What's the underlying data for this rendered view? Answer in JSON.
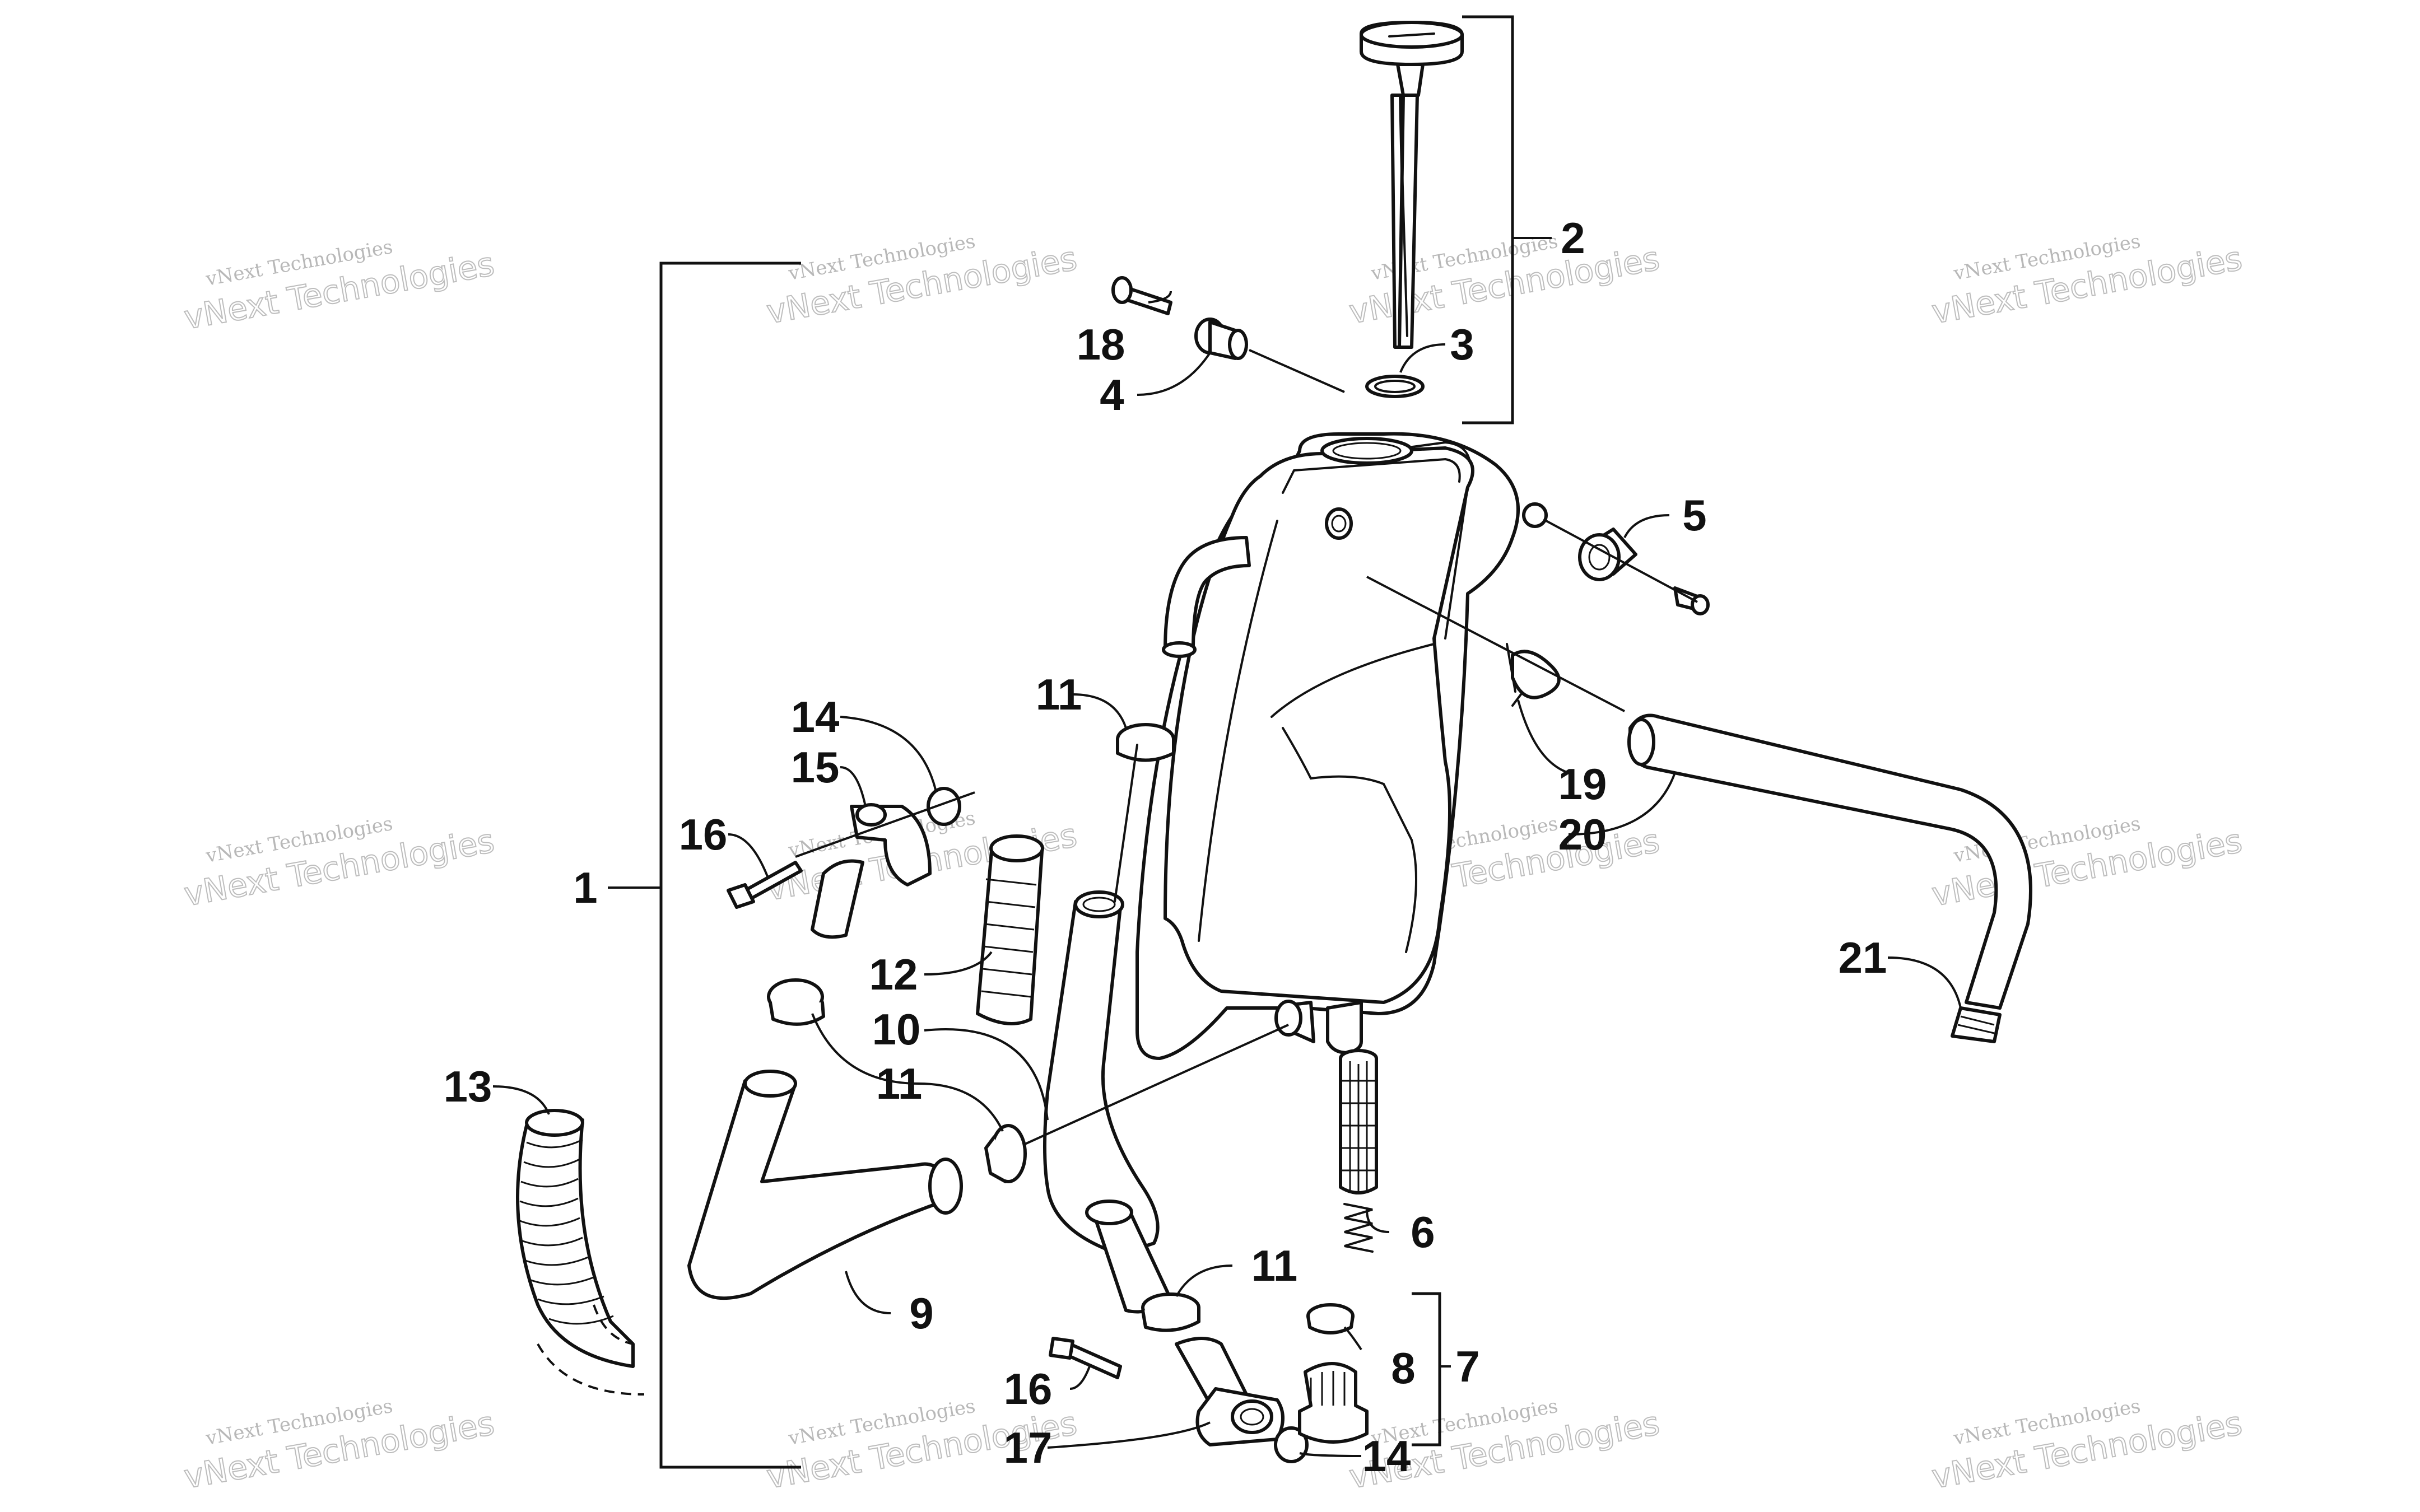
{
  "callouts": [
    "1",
    "2",
    "3",
    "4",
    "5",
    "6",
    "7",
    "8",
    "9",
    "10",
    "11",
    "11",
    "11",
    "11",
    "12",
    "13",
    "14",
    "14",
    "15",
    "16",
    "16",
    "17",
    "18",
    "19",
    "20",
    "21"
  ],
  "watermark": {
    "line1": "vNext Technologies",
    "line2": "vNext Technologies"
  }
}
